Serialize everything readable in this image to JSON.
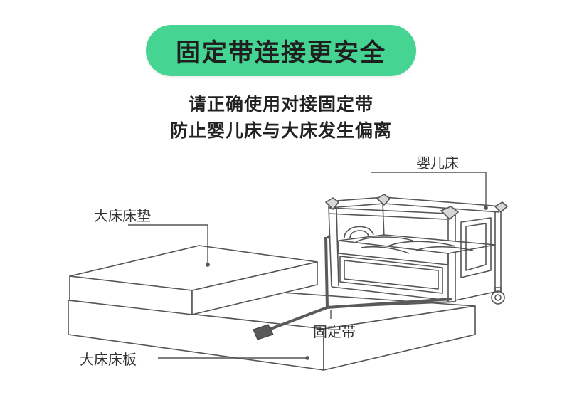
{
  "banner": {
    "title": "固定带连接更安全"
  },
  "subtitle": {
    "line1": "请正确使用对接固定带",
    "line2": "防止婴儿床与大床发生偏离"
  },
  "labels": {
    "crib": "婴儿床",
    "mattress": "大床床垫",
    "strap": "固定带",
    "bed_board": "大床床板"
  },
  "colors": {
    "banner_bg": "#45d491",
    "line": "#555555",
    "strap": "#5a5a5a"
  }
}
